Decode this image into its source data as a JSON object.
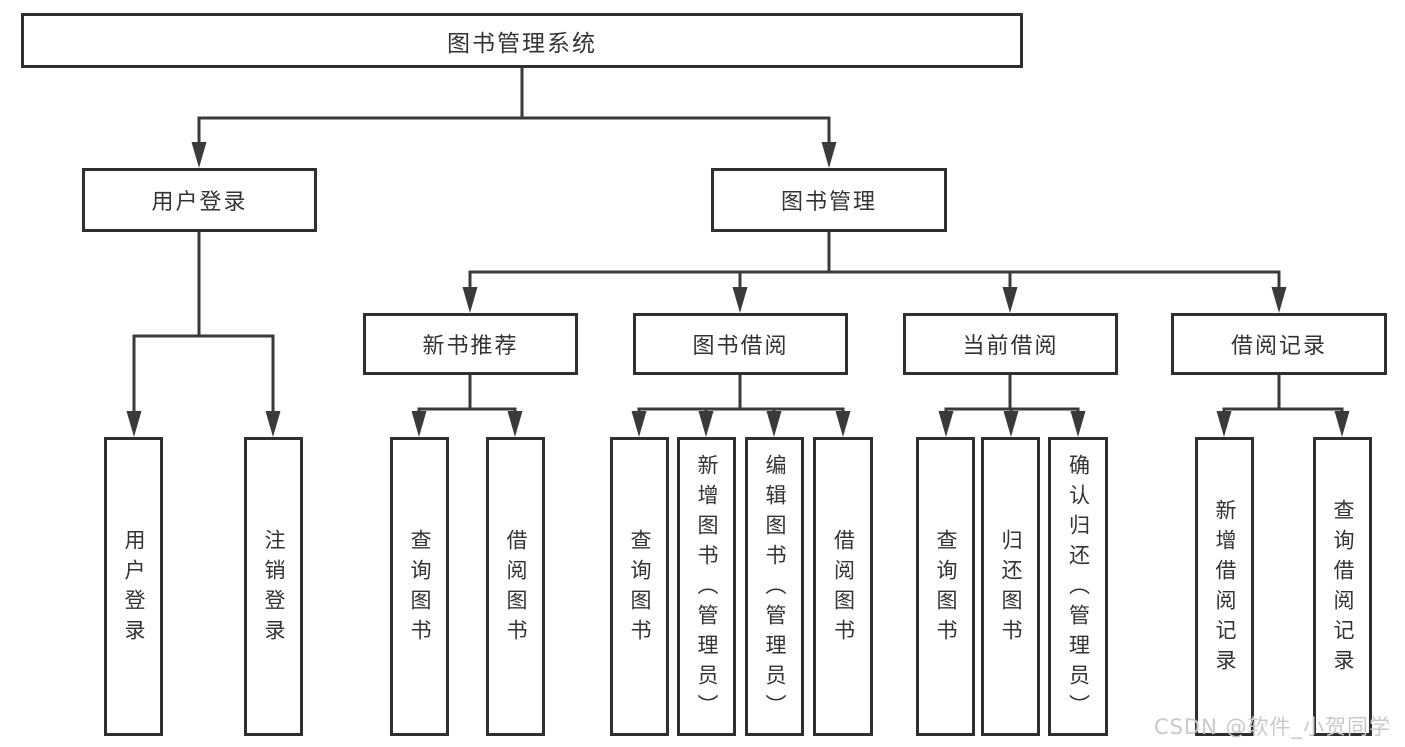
{
  "diagram": {
    "root": {
      "label": "图书管理系统"
    },
    "branches": [
      {
        "label": "用户登录",
        "children": [
          {
            "label": "用户登录"
          },
          {
            "label": "注销登录"
          }
        ]
      },
      {
        "label": "图书管理",
        "children": [
          {
            "label": "新书推荐",
            "children": [
              {
                "label": "查询图书"
              },
              {
                "label": "借阅图书"
              }
            ]
          },
          {
            "label": "图书借阅",
            "children": [
              {
                "label": "查询图书"
              },
              {
                "label": "新增图书（管理员）"
              },
              {
                "label": "编辑图书（管理员）"
              },
              {
                "label": "借阅图书"
              }
            ]
          },
          {
            "label": "当前借阅",
            "children": [
              {
                "label": "查询图书"
              },
              {
                "label": "归还图书"
              },
              {
                "label": "确认归还（管理员）"
              }
            ]
          },
          {
            "label": "借阅记录",
            "children": [
              {
                "label": "新增借阅记录"
              },
              {
                "label": "查询借阅记录"
              }
            ]
          }
        ]
      }
    ]
  },
  "watermark": {
    "text": "CSDN @软件_小贺同学"
  },
  "colors": {
    "line": "#3a3a3a",
    "box_border": "#2f2f2f",
    "text": "#333333",
    "watermark": "#c9c9c9",
    "background": "#ffffff"
  }
}
